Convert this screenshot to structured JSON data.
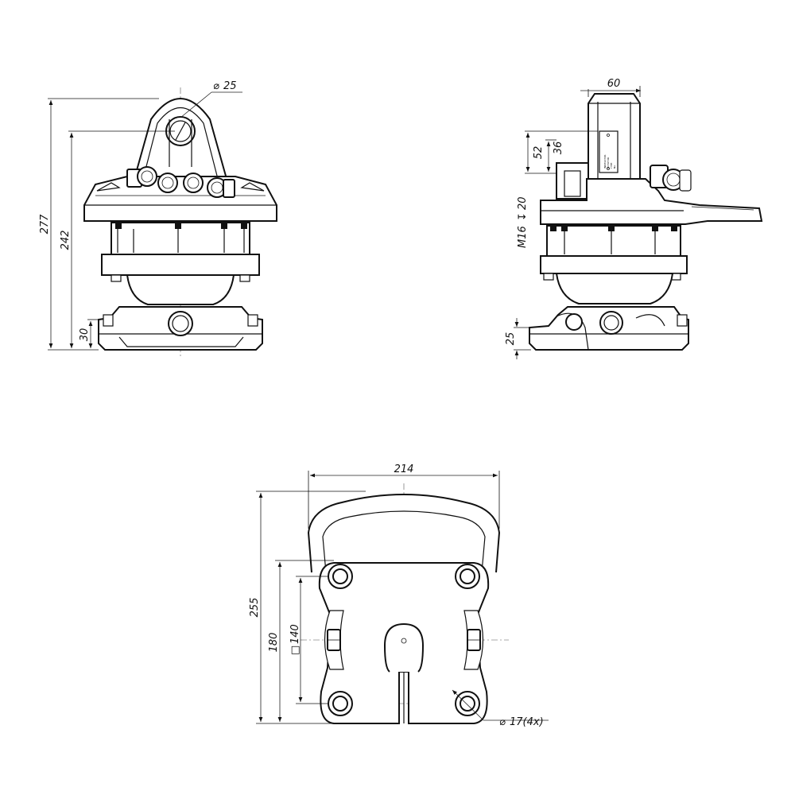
{
  "front_view": {
    "pin_diameter": "25",
    "height_total": "277",
    "height_pin": "242",
    "height_base": "30"
  },
  "side_view": {
    "width_top": "60",
    "h_52": "52",
    "h_36": "36",
    "thread_label": "M16",
    "thread_depth": "20",
    "h_25": "25",
    "plate_text": [
      "INDEXATOR",
      "ROTATOR",
      "TYPE",
      "No."
    ]
  },
  "bottom_view": {
    "width": "214",
    "height_total": "255",
    "height_180": "180",
    "square_140": "140",
    "hole_diameter": "17(4x)"
  },
  "symbols": {
    "diameter": "⌀",
    "square": "□",
    "depth": "↧"
  }
}
